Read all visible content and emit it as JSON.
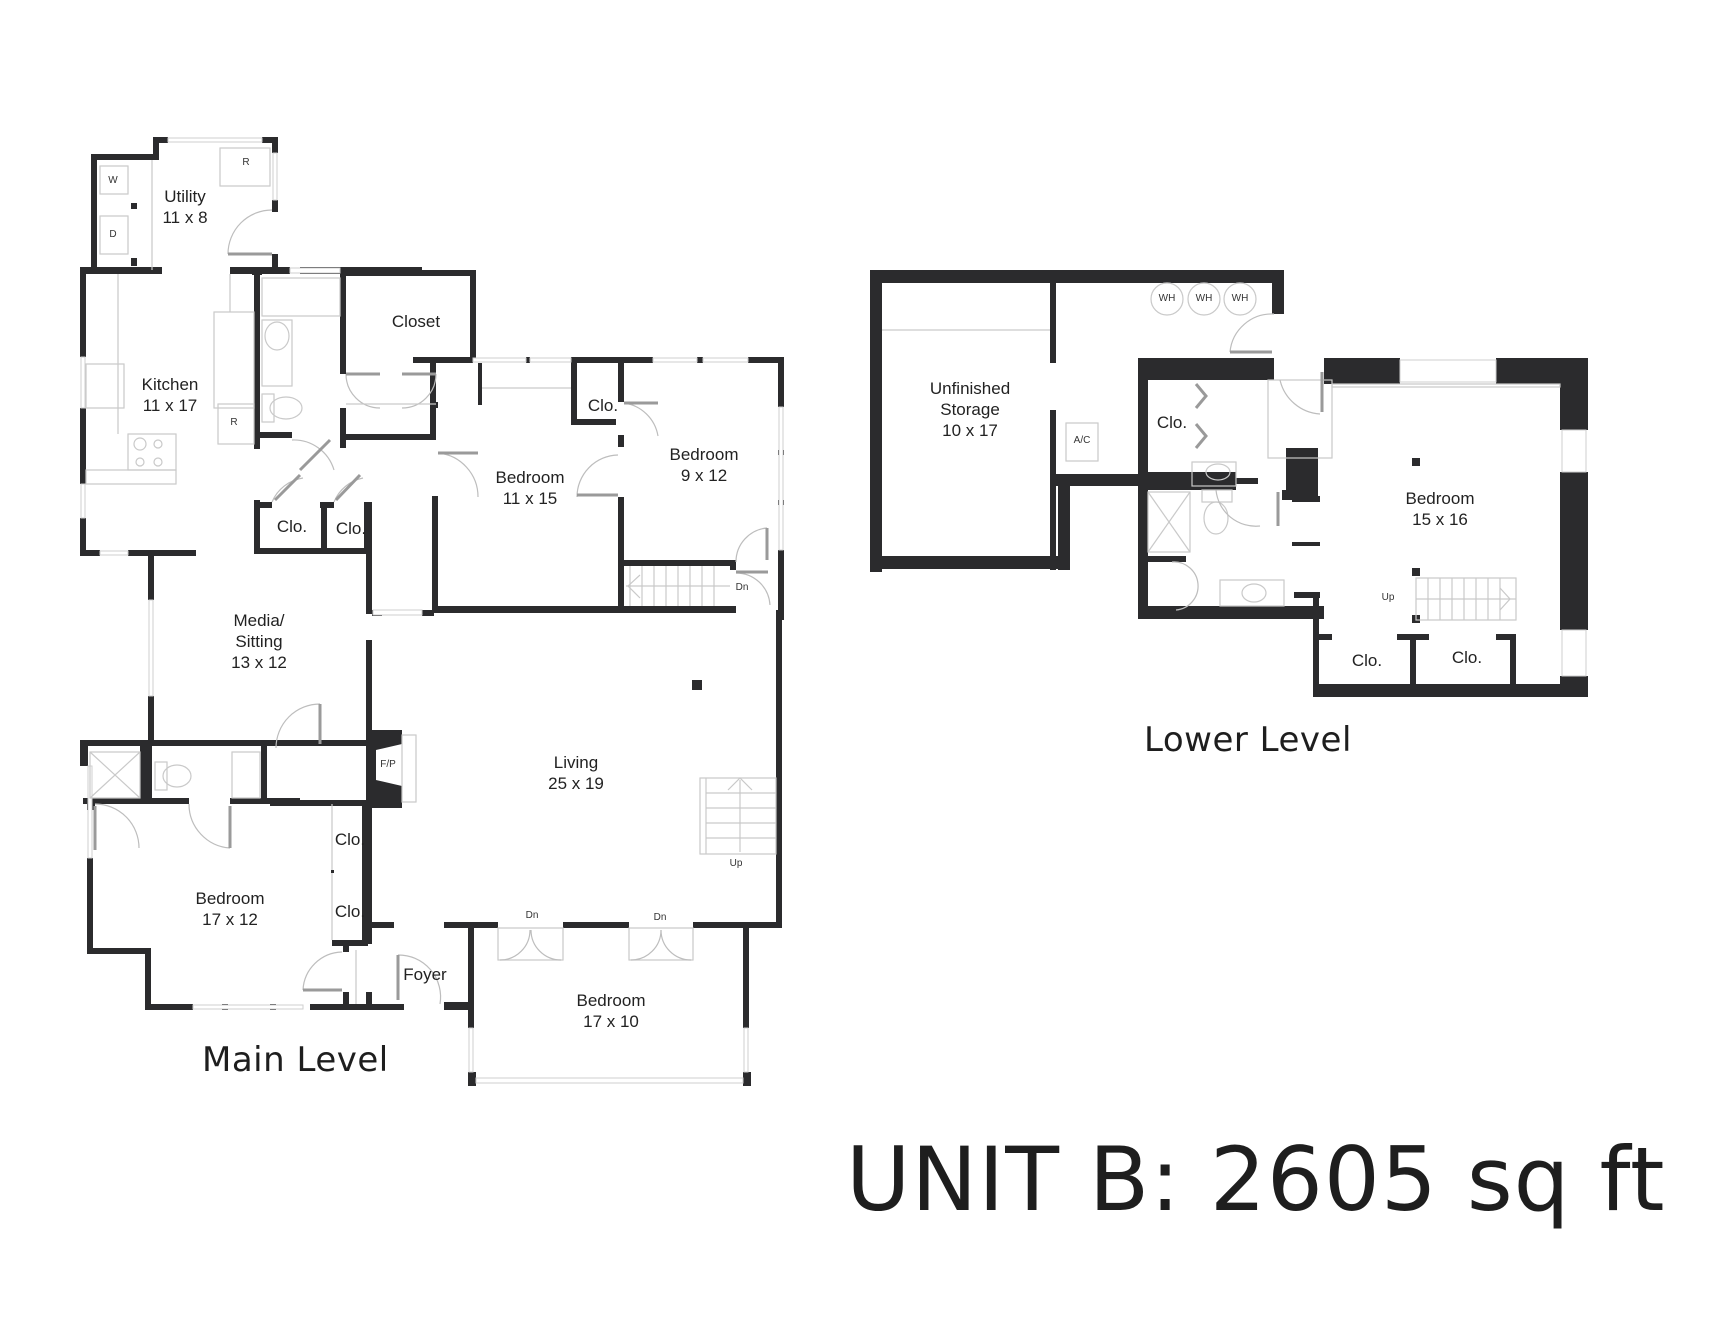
{
  "title": "UNIT B: 2605 sq ft",
  "main_level": {
    "label": "Main Level",
    "rooms": {
      "utility": {
        "name": "Utility",
        "size": "11 x 8"
      },
      "kitchen": {
        "name": "Kitchen",
        "size": "11 x 17"
      },
      "closet": {
        "name": "Closet"
      },
      "bedroom_11x15": {
        "name": "Bedroom",
        "size": "11 x 15"
      },
      "bedroom_9x12": {
        "name": "Bedroom",
        "size": "9 x 12"
      },
      "media": {
        "name_line1": "Media/",
        "name_line2": "Sitting",
        "size": "13 x 12"
      },
      "living": {
        "name": "Living",
        "size": "25 x 19"
      },
      "bedroom_17x12": {
        "name": "Bedroom",
        "size": "17 x 12"
      },
      "foyer": {
        "name": "Foyer"
      },
      "bedroom_17x10": {
        "name": "Bedroom",
        "size": "17 x 10"
      },
      "clo_hall_1": {
        "name": "Clo."
      },
      "clo_hall_2": {
        "name": "Clo."
      },
      "clo_bed_9x12": {
        "name": "Clo."
      },
      "clo_bed_17x12_a": {
        "name": "Clo."
      },
      "clo_bed_17x12_b": {
        "name": "Clo."
      }
    },
    "fixtures": {
      "washer": "W",
      "dryer": "D",
      "utility_fridge": "R",
      "kitchen_fridge": "R",
      "fireplace": "F/P",
      "stairs_down_bedroom": "Dn",
      "stairs_up_living": "Up",
      "door_dn_1": "Dn",
      "door_dn_2": "Dn"
    }
  },
  "lower_level": {
    "label": "Lower Level",
    "rooms": {
      "storage": {
        "name_line1": "Unfinished",
        "name_line2": "Storage",
        "size": "10 x 17"
      },
      "bedroom_15x16": {
        "name": "Bedroom",
        "size": "15 x 16"
      },
      "clo_bath": {
        "name": "Clo."
      },
      "clo_bed_1": {
        "name": "Clo."
      },
      "clo_bed_2": {
        "name": "Clo."
      }
    },
    "fixtures": {
      "water_heaters": [
        "WH",
        "WH",
        "WH"
      ],
      "ac": "A/C",
      "stairs_up": "Up"
    }
  }
}
